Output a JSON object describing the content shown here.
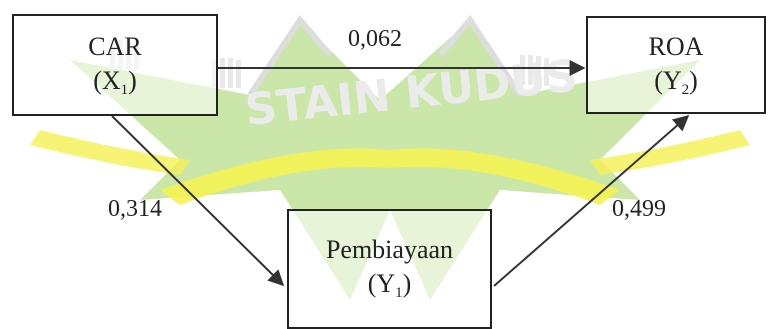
{
  "nodes": {
    "car": {
      "label": "CAR",
      "var": "X",
      "sub": "1"
    },
    "roa": {
      "label": "ROA",
      "var": "Y",
      "sub": "2"
    },
    "pembiayaan": {
      "label": "Pembiayaan",
      "var": "Y",
      "sub": "1"
    }
  },
  "paths": {
    "car_to_roa": "0,062",
    "car_to_pembiayaan": "0,314",
    "pembiayaan_to_roa": "0,499"
  },
  "watermark": {
    "text": "STAIN KUDUS",
    "colors": {
      "green": "#7dbb3a",
      "yellow": "#f3ee2a",
      "text": "#cfe3c0"
    }
  }
}
